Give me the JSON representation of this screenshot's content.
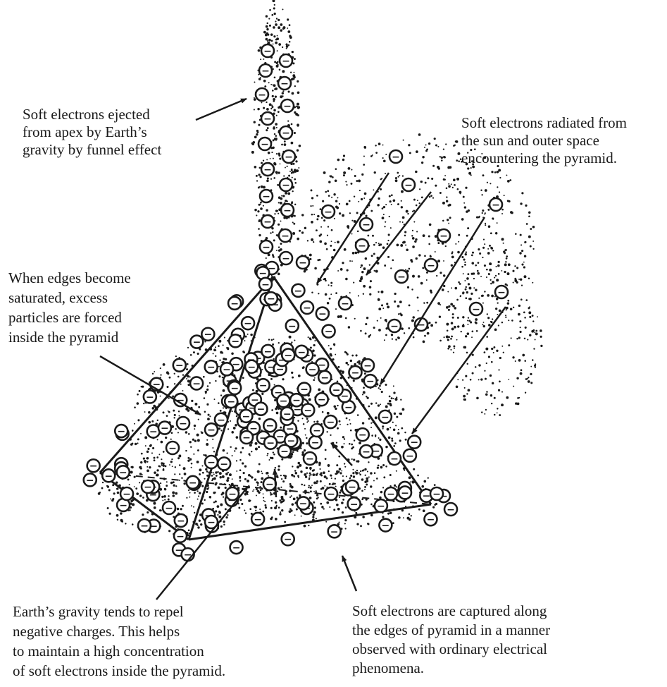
{
  "labels": {
    "apex_ejection": [
      "Soft electrons  ejected",
      "from apex by Earth’s",
      "gravity by funnel effect"
    ],
    "solar_radiation": [
      "Soft electrons radiated from",
      "the sun and outer space",
      "encountering the pyramid."
    ],
    "edge_saturation": [
      "When edges become",
      "saturated,  excess",
      "particles are forced",
      "inside the pyramid"
    ],
    "gravity_repel": [
      "Earth’s gravity tends to repel",
      "negative charges. This helps",
      "to maintain a high concentration",
      "of soft electrons inside the pyramid."
    ],
    "edge_capture": [
      "Soft electrons are captured along",
      "the edges of pyramid in a manner",
      "observed with ordinary electrical",
      "phenomena."
    ]
  },
  "electron_symbol": "−",
  "colors": {
    "ink": "#1a1a1a",
    "paper": "#ffffff"
  }
}
